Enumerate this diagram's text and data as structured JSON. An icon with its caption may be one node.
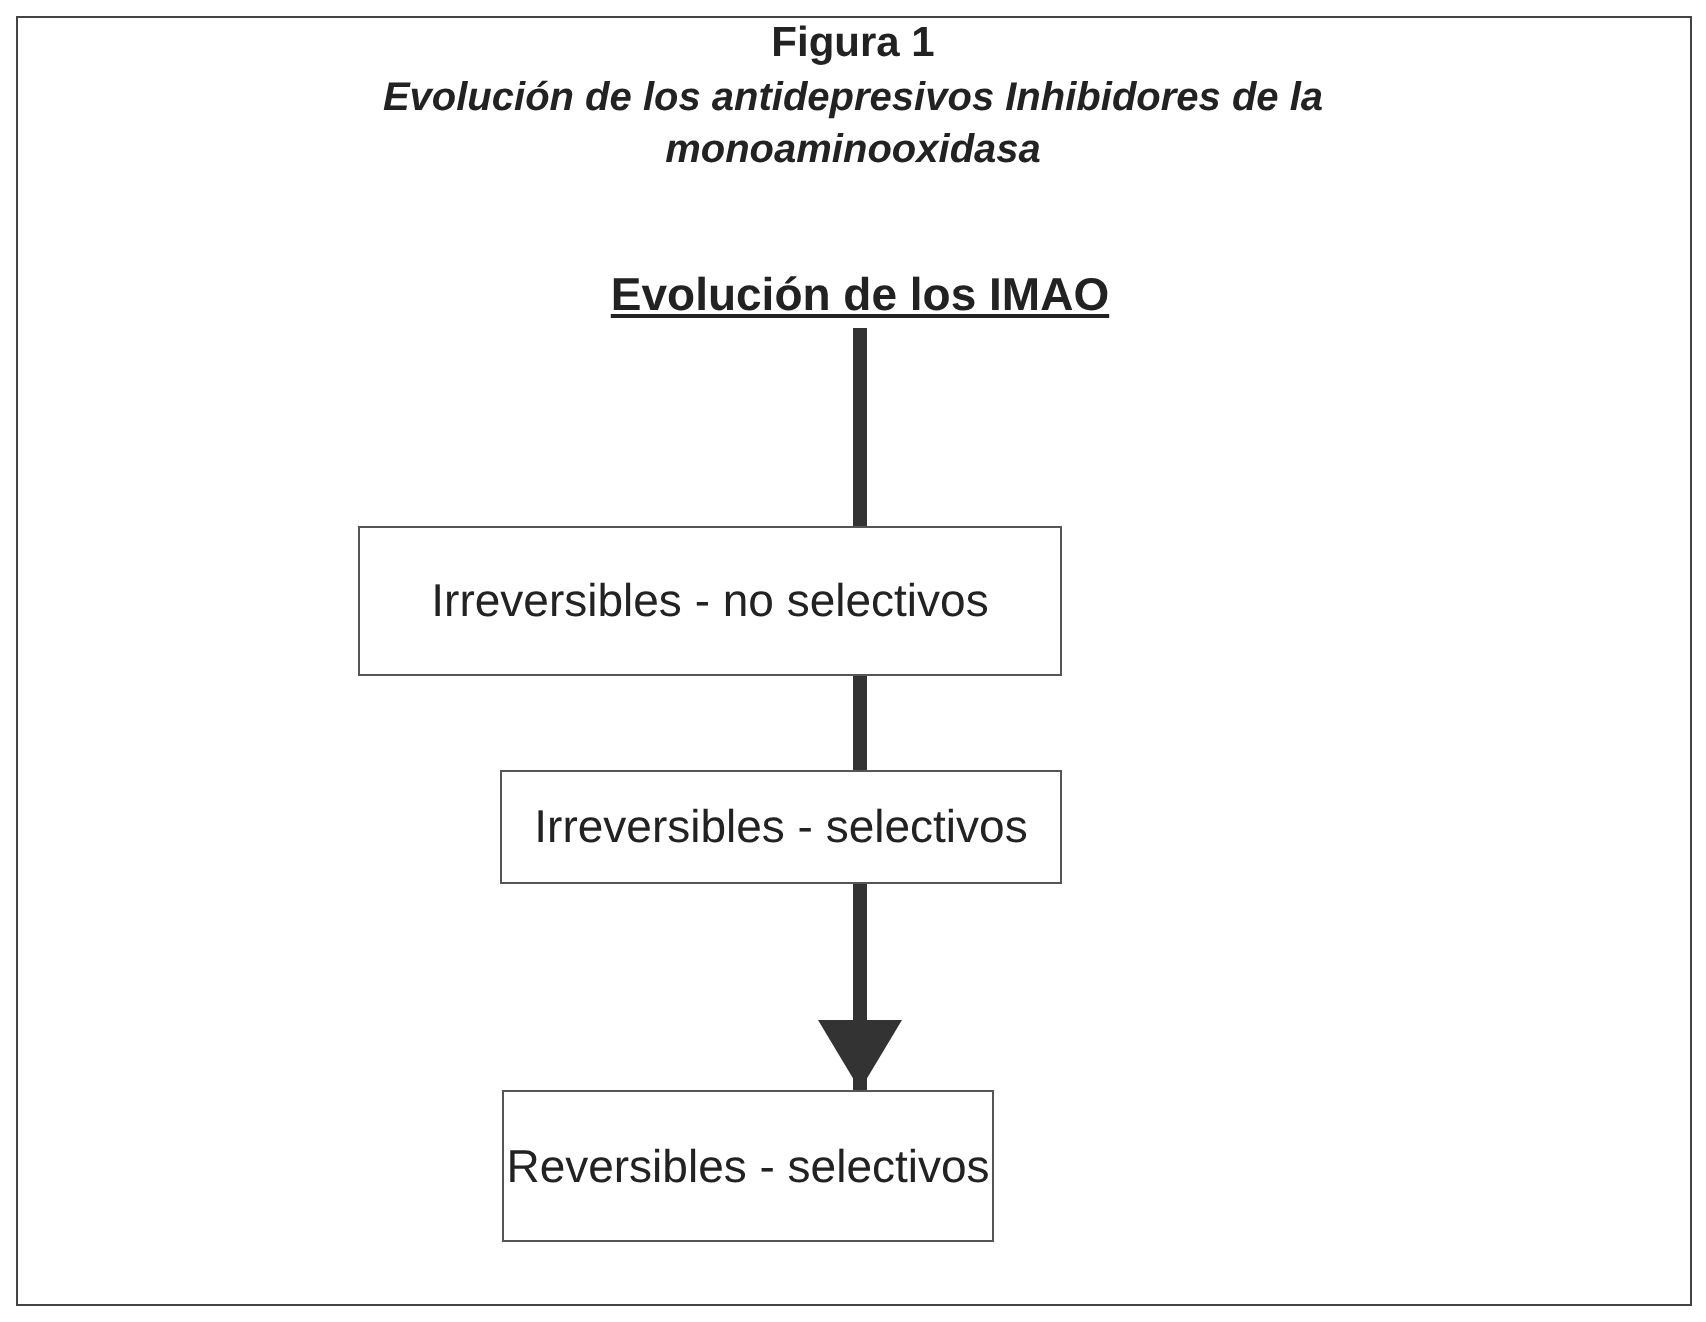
{
  "diagram": {
    "title": "Figura 1",
    "labels": [
      "Evolución de los antidepresivos Inhibidores de la monoaminooxidasa"
    ],
    "nodes": [
      {
        "text": [
          "Evolución de los IMAO"
        ]
      },
      {
        "text": [
          "Irreversibles - no selectivos"
        ]
      },
      {
        "text": [
          "Irreversibles - selectivos"
        ]
      },
      {
        "text": [
          "Reversibles - selectivos"
        ]
      }
    ],
    "edges": [
      {
        "from": 0,
        "to": 1,
        "arrow": "none"
      },
      {
        "from": 1,
        "to": 2,
        "arrow": "none"
      },
      {
        "from": 2,
        "to": 3,
        "arrow": "to"
      }
    ]
  }
}
